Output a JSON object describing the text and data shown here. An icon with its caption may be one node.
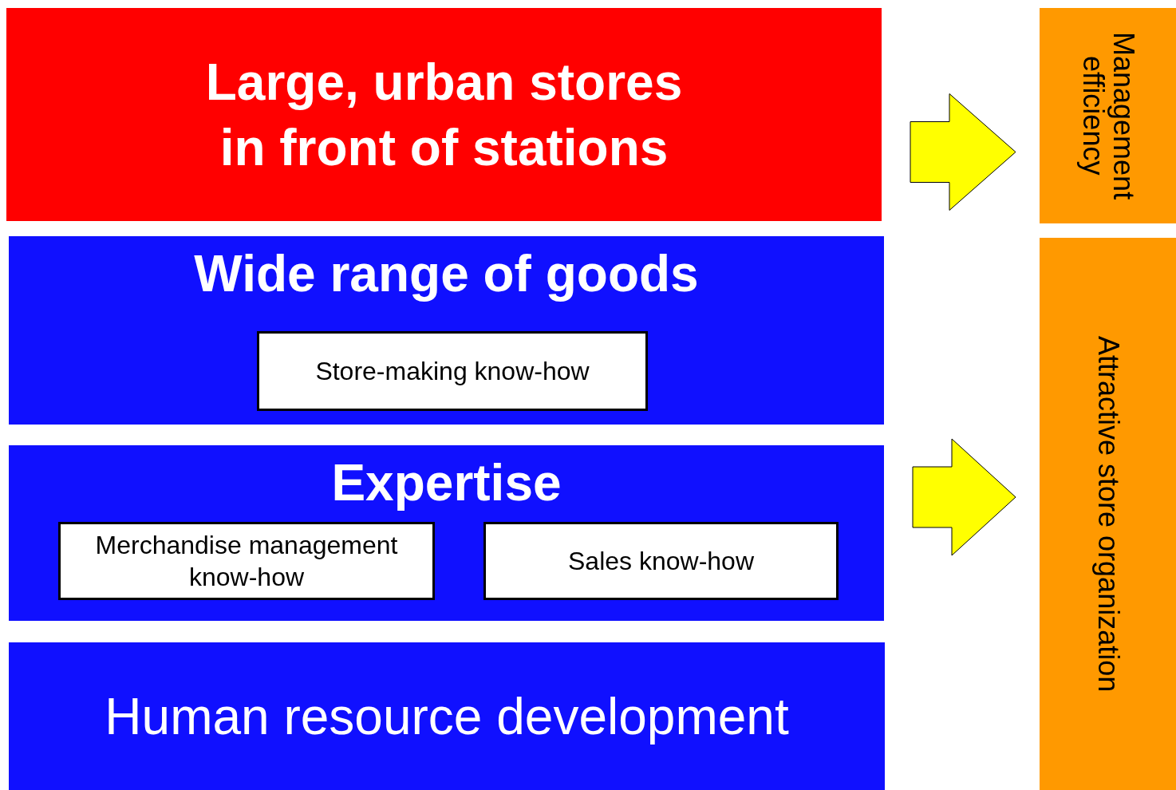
{
  "diagram": {
    "nodes": [
      {
        "text": [
          "Large, urban stores in front of stations"
        ]
      },
      {
        "text": [
          "Wide range of goods"
        ]
      },
      {
        "text": [
          "Store-making know-how"
        ],
        "in": 1
      },
      {
        "text": [
          "Expertise"
        ]
      },
      {
        "text": [
          "Merchandise management know-how"
        ],
        "in": 3
      },
      {
        "text": [
          "Sales know-how"
        ],
        "in": 3
      },
      {
        "text": [
          "Human resource development"
        ]
      },
      {
        "text": [
          "Management efficiency"
        ]
      },
      {
        "text": [
          "Attractive store organization"
        ]
      }
    ],
    "edges": [
      {
        "from": 0,
        "to": 7,
        "arrow": "to"
      },
      {
        "from": 3,
        "to": 8,
        "arrow": "to"
      }
    ]
  }
}
